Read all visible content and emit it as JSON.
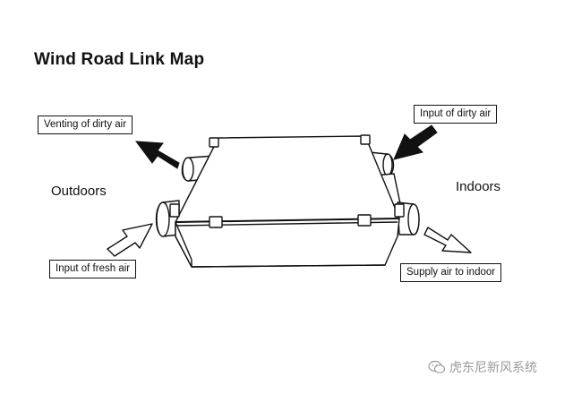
{
  "title": "Wind Road Link Map",
  "labels": {
    "outdoors": "Outdoors",
    "indoors": "Indoors",
    "venting": "Venting of dirty air",
    "input_dirty": "Input of dirty air",
    "input_fresh": "Input of fresh air",
    "supply": "Supply air to indoor"
  },
  "watermark": {
    "text": "虎东尼新风系统",
    "icon": "wechat-icon"
  },
  "colors": {
    "stroke": "#111111",
    "watermark": "#9a9a9a"
  }
}
